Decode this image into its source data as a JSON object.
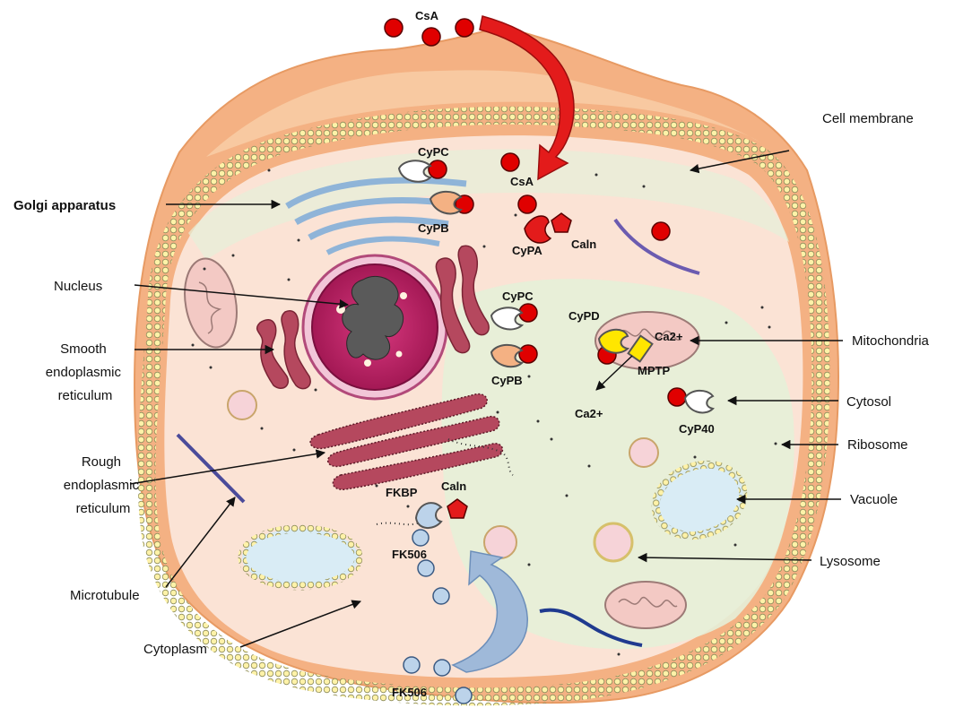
{
  "labels": {
    "cell_membrane": "Cell membrane",
    "golgi": "Golgi apparatus",
    "nucleus": "Nucleus",
    "ser": [
      "Smooth",
      "endoplasmic",
      "reticulum"
    ],
    "rer": [
      "Rough",
      "endoplasmic",
      "reticulum"
    ],
    "microtubule": "Microtubule",
    "cytoplasm": "Cytoplasm",
    "mitochondria": "Mitochondria",
    "cytosol": "Cytosol",
    "ribosome": "Ribosome",
    "vacuole": "Vacuole",
    "lysosome": "Lysosome"
  },
  "molecules": {
    "csa_outside": "CsA",
    "csa_inside": "CsA",
    "cypc_top": "CyPC",
    "cypb_top": "CyPB",
    "cypa": "CyPA",
    "caln_top": "Caln",
    "cypc_mid": "CyPC",
    "cypb_mid": "CyPB",
    "cypd": "CyPD",
    "ca_in": "Ca2+",
    "mptp": "MPTP",
    "ca_out": "Ca2+",
    "cyp40": "CyP40",
    "fkbp": "FKBP",
    "caln_bottom": "Caln",
    "fk506_inside": "FK506",
    "fk506_outside": "FK506"
  },
  "colors": {
    "cell_wall": "#f4b183",
    "cytoplasm": "#fbe3d5",
    "cytosol": "#e6efd8",
    "membrane_bead": "#fff2a8",
    "nucleus": "#b0195f",
    "er": "#b5485e",
    "golgi": "#8fb4d8",
    "csa": "#e00000",
    "fk506": "#bcd3ea",
    "arrow_csa": "#e31b1b",
    "arrow_fk506": "#9fb9d9"
  }
}
